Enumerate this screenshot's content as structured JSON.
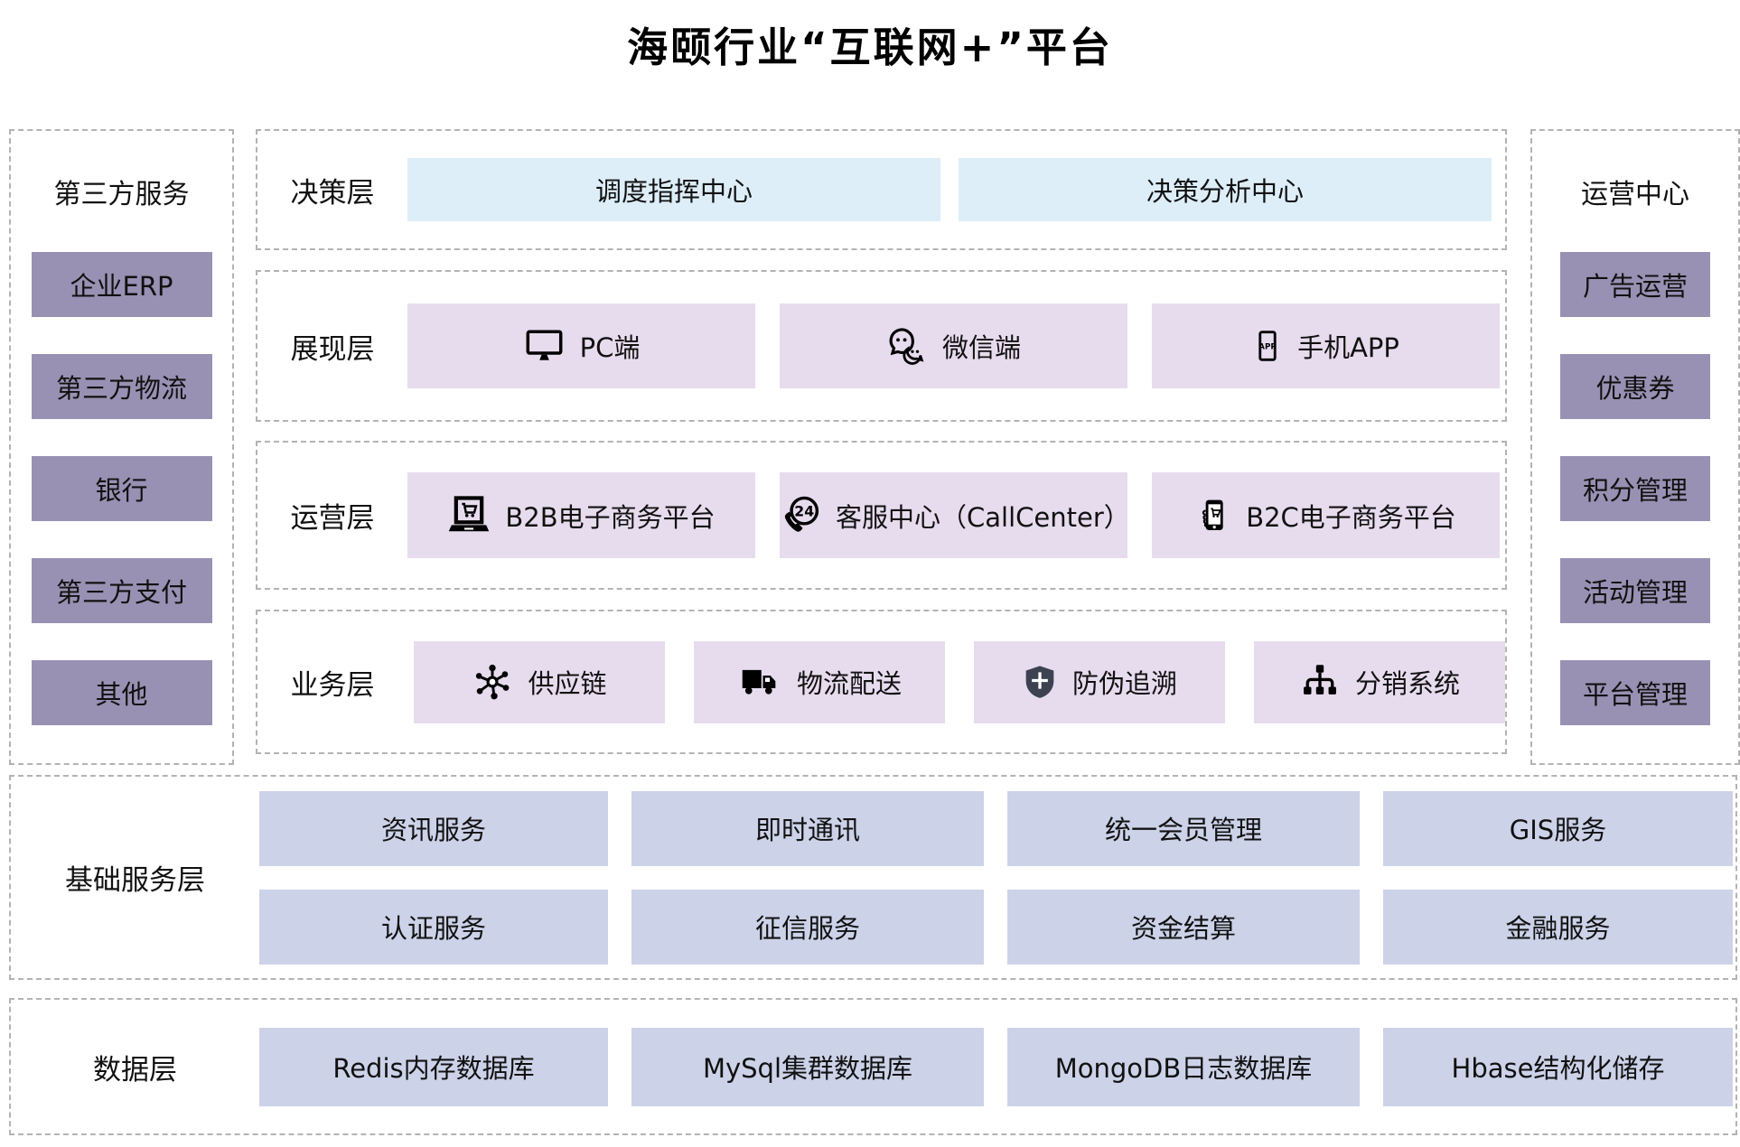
{
  "title": "海颐行业“互联网+”平台",
  "left_panel": {
    "title": "第三方服务",
    "items": [
      "企业ERP",
      "第三方物流",
      "银行",
      "第三方支付",
      "其他"
    ]
  },
  "right_panel": {
    "title": "运营中心",
    "items": [
      "广告运营",
      "优惠券",
      "积分管理",
      "活动管理",
      "平台管理"
    ]
  },
  "layers": [
    {
      "label": "决策层",
      "items": [
        {
          "text": "调度指挥中心"
        },
        {
          "text": "决策分析中心"
        }
      ]
    },
    {
      "label": "展现层",
      "items": [
        {
          "icon": "monitor-icon",
          "text": "PC端"
        },
        {
          "icon": "wechat-icon",
          "text": "微信端"
        },
        {
          "icon": "phone-app-icon",
          "text": "手机APP"
        }
      ]
    },
    {
      "label": "运营层",
      "items": [
        {
          "icon": "laptop-cart-icon",
          "text": "B2B电子商务平台"
        },
        {
          "icon": "phone-24-icon",
          "text": "客服中心（CallCenter）"
        },
        {
          "icon": "hand-phone-icon",
          "text": "B2C电子商务平台"
        }
      ]
    },
    {
      "label": "业务层",
      "items": [
        {
          "icon": "network-icon",
          "text": "供应链"
        },
        {
          "icon": "truck-icon",
          "text": "物流配送"
        },
        {
          "icon": "shield-icon",
          "text": "防伪追溯"
        },
        {
          "icon": "sitemap-icon",
          "text": "分销系统"
        }
      ]
    }
  ],
  "base_service_layer": {
    "label": "基础服务层",
    "rows": [
      [
        "资讯服务",
        "即时通讯",
        "统一会员管理",
        "GIS服务"
      ],
      [
        "认证服务",
        "征信服务",
        "资金结算",
        "金融服务"
      ]
    ]
  },
  "data_layer": {
    "label": "数据层",
    "items": [
      "Redis内存数据库",
      "MySql集群数据库",
      "MongoDB日志数据库",
      "Hbase结构化储存"
    ]
  },
  "colors": {
    "side_box": "#9991b3",
    "decision_box": "#ddeef9",
    "middle_box": "#e7dcee",
    "bottom_box": "#ccd2e8",
    "dashed_border": "#b3b3b3",
    "shield_fill": "#3d4250",
    "text": "#111111"
  }
}
